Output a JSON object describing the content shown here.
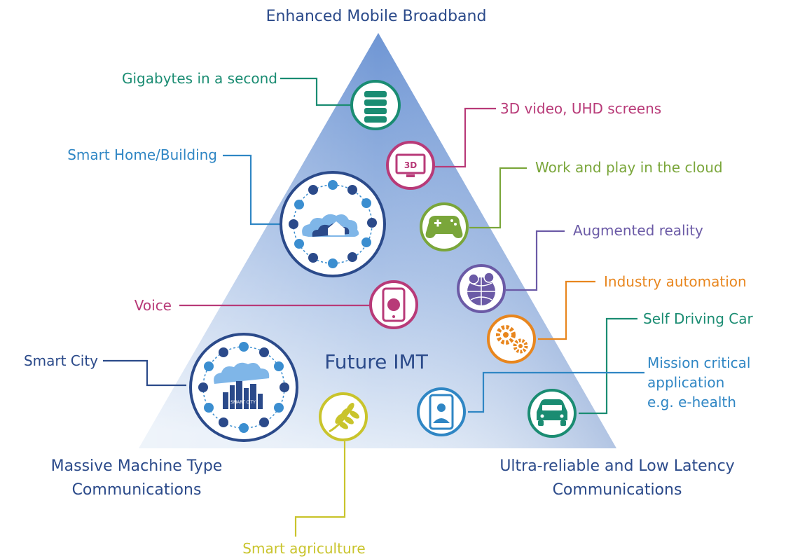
{
  "title": "Enhanced Mobile Broadband",
  "center_label": "Future IMT",
  "corners": {
    "left": [
      "Massive Machine Type",
      "Communications"
    ],
    "right": [
      "Ultra-reliable and Low Latency",
      "Communications"
    ]
  },
  "labels": {
    "gigabytes": "Gigabytes in a second",
    "video3d": "3D video, UHD screens",
    "cloud_play": "Work and play in the cloud",
    "smart_home": "Smart Home/Building",
    "ar": "Augmented reality",
    "industry": "Industry automation",
    "voice": "Voice",
    "self_driving": "Self Driving Car",
    "smart_city": "Smart City",
    "mission": [
      "Mission critical",
      "application",
      "e.g. e-health"
    ],
    "agriculture": "Smart agriculture"
  },
  "icon_text": {
    "three_d": "3D",
    "smart_city_sign": "SMART CITY"
  },
  "colors": {
    "title_text": "#2b4a8a",
    "teal": "#1a8c72",
    "magenta": "#b83a78",
    "green": "#7aa63a",
    "blue": "#2f86c4",
    "purple": "#6b5aa6",
    "orange": "#e8861e",
    "dark_blue": "#2b4a8a",
    "yellow": "#c9c42c",
    "pyramid_top": "#7a9ed6",
    "pyramid_bottom": "#e4ecf7"
  }
}
